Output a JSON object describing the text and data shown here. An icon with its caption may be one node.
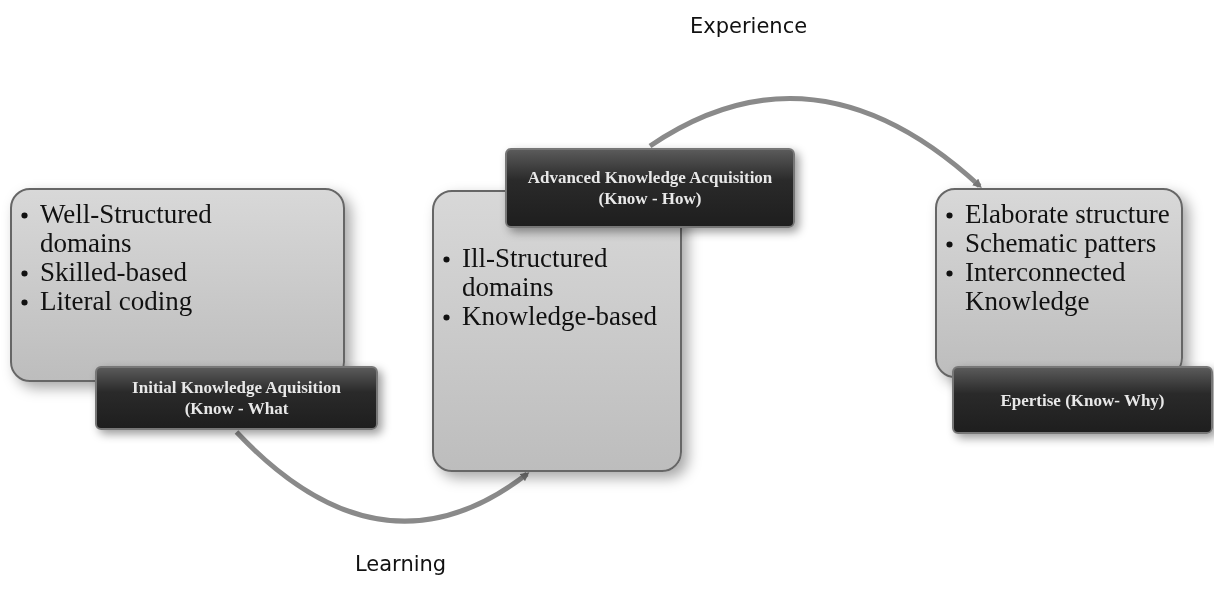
{
  "diagram": {
    "nodes": [
      {
        "text": [
          "Well-Structured domains",
          "Skilled-based",
          "Literal coding"
        ]
      },
      {
        "text": [
          "Initial Knowledge Aquisition (Know - What"
        ]
      },
      {
        "text": [
          "Ill-Structured domains",
          "Knowledge-based"
        ]
      },
      {
        "text": [
          "Advanced Knowledge Acquisition (Know - How)"
        ]
      },
      {
        "text": [
          "Elaborate structure",
          "Schematic patters",
          "Interconnected Knowledge"
        ]
      },
      {
        "text": [
          "Epertise (Know- Why)"
        ]
      }
    ],
    "edges": [
      {
        "from": 1,
        "to": 2,
        "arrow": "to"
      },
      {
        "from": 3,
        "to": 4,
        "arrow": "to"
      }
    ],
    "labels": [
      "Experience",
      "Learning"
    ]
  }
}
